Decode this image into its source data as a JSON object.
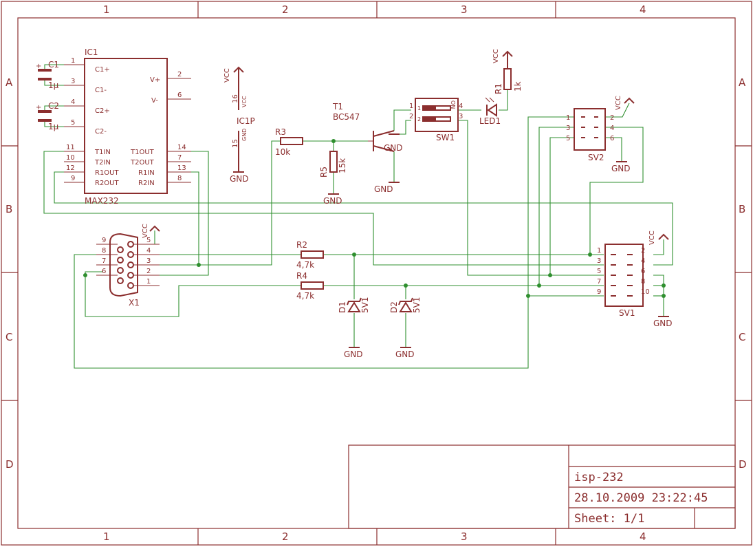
{
  "grid": {
    "columns": [
      "1",
      "2",
      "3",
      "4"
    ],
    "rows": [
      "A",
      "B",
      "C",
      "D"
    ]
  },
  "title_block": {
    "project": "isp-232",
    "datetime": "28.10.2009 23:22:45",
    "sheet": "Sheet: 1/1"
  },
  "power_labels": {
    "vcc": "VCC",
    "gnd": "GND"
  },
  "ic1": {
    "name": "IC1",
    "value": "MAX232",
    "left_pins": [
      {
        "num": "1",
        "label": "C1+"
      },
      {
        "num": "3",
        "label": "C1-"
      },
      {
        "num": "4",
        "label": "C2+"
      },
      {
        "num": "5",
        "label": "C2-"
      },
      {
        "num": "11",
        "label": "T1IN"
      },
      {
        "num": "10",
        "label": "T2IN"
      },
      {
        "num": "12",
        "label": "R1OUT"
      },
      {
        "num": "9",
        "label": "R2OUT"
      }
    ],
    "right_pins": [
      {
        "num": "2",
        "label": "V+"
      },
      {
        "num": "6",
        "label": "V-"
      },
      {
        "num": "14",
        "label": "T1OUT"
      },
      {
        "num": "7",
        "label": "T2OUT"
      },
      {
        "num": "13",
        "label": "R1IN"
      },
      {
        "num": "8",
        "label": "R2IN"
      }
    ]
  },
  "ic1p": {
    "name": "IC1P",
    "vcc_pin": "16",
    "gnd_pin": "15",
    "vcc_tag": "VCC",
    "gnd_tag": "GND"
  },
  "capacitors": [
    {
      "name": "C1",
      "value": "1µ"
    },
    {
      "name": "C2",
      "value": "1µ"
    }
  ],
  "resistors": {
    "r1": {
      "name": "R1",
      "value": "1k"
    },
    "r2": {
      "name": "R2",
      "value": "4,7k"
    },
    "r3": {
      "name": "R3",
      "value": "10k"
    },
    "r4": {
      "name": "R4",
      "value": "4,7k"
    },
    "r5": {
      "name": "R5",
      "value": "15k"
    }
  },
  "transistor": {
    "name": "T1",
    "value": "BC547"
  },
  "switch": {
    "name": "SW1",
    "on_label": "ON",
    "pins": [
      "1",
      "2",
      "4",
      "3"
    ],
    "slot_labels": [
      "1",
      "2"
    ]
  },
  "led": {
    "name": "LED1"
  },
  "diodes": [
    {
      "name": "D1",
      "value": "5V1"
    },
    {
      "name": "D2",
      "value": "5V1"
    }
  ],
  "sv2": {
    "name": "SV2",
    "pins": [
      "1",
      "2",
      "3",
      "4",
      "5",
      "6"
    ]
  },
  "sv1": {
    "name": "SV1",
    "pins": [
      "1",
      "2",
      "3",
      "4",
      "5",
      "6",
      "7",
      "8",
      "9",
      "10"
    ]
  },
  "x1": {
    "name": "X1",
    "pins": [
      "5",
      "9",
      "4",
      "8",
      "3",
      "7",
      "2",
      "6",
      "1"
    ]
  }
}
